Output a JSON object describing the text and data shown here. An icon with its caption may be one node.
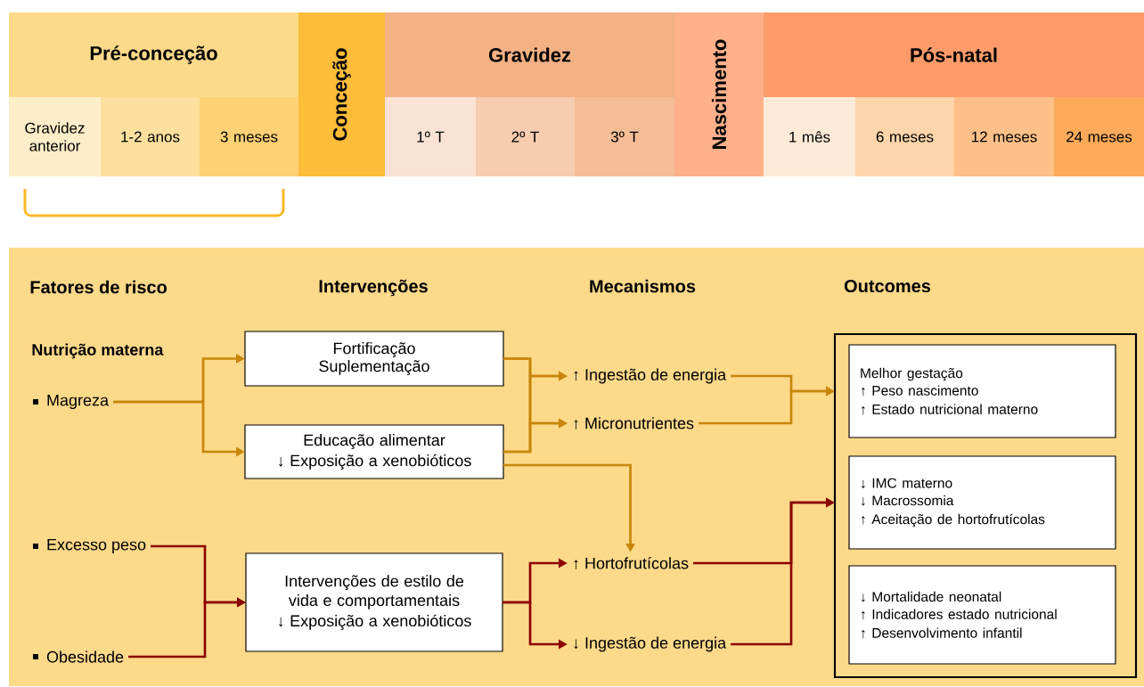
{
  "diagram": {
    "nodes": [
      {
        "text": [
          "Pré-conceção"
        ]
      },
      {
        "text": [
          "Gravidez anterior"
        ]
      },
      {
        "text": [
          "1-2 anos"
        ]
      },
      {
        "text": [
          "3 meses"
        ]
      },
      {
        "text": [
          "Conceção"
        ]
      },
      {
        "text": [
          "Gravidez"
        ]
      },
      {
        "text": [
          "1º T"
        ]
      },
      {
        "text": [
          "2º T"
        ]
      },
      {
        "text": [
          "3º T"
        ]
      },
      {
        "text": [
          "Nascimento"
        ]
      },
      {
        "text": [
          "Pós-natal"
        ]
      },
      {
        "text": [
          "1 mês"
        ]
      },
      {
        "text": [
          "6 meses"
        ]
      },
      {
        "text": [
          "12 meses"
        ]
      },
      {
        "text": [
          "24 meses"
        ]
      },
      {
        "text": [
          "Magreza"
        ]
      },
      {
        "text": [
          "Fortificação Suplementação"
        ]
      },
      {
        "text": [
          "Educação alimentar",
          "↓ Exposição a xenobióticos"
        ]
      },
      {
        "text": [
          "↑ Ingestão de energia"
        ]
      },
      {
        "text": [
          "↑ Micronutrientes"
        ]
      },
      {
        "text": [],
        "shape": "box"
      },
      {
        "text": [
          "Melhor gestação",
          "↑ Peso nascimento",
          "↑ Estado nutricional materno"
        ],
        "in": 20
      },
      {
        "text": [
          "↓ IMC materno",
          "↓ Macrossomia",
          "↑ Aceitação de hortofrutícolas"
        ],
        "in": 20
      },
      {
        "text": [
          "↓ Mortalidade neonatal",
          "↑ Indicadores estado nutricional",
          "↑ Desenvolvimento infantil"
        ],
        "in": 20
      },
      {
        "text": [
          "Excesso peso"
        ]
      },
      {
        "text": [
          "Obesidade"
        ]
      },
      {
        "text": [
          "Intervenções de estilo de vida e comportamentais",
          "↓ Exposição a xenobióticos"
        ]
      },
      {
        "text": [
          "↑ Hortofrutícolas"
        ]
      },
      {
        "text": [
          "↓ Ingestão de energia"
        ]
      }
    ],
    "edges": [
      {
        "from": 15,
        "to": 16,
        "arrow": "to"
      },
      {
        "from": 15,
        "to": 17,
        "arrow": "to"
      },
      {
        "from": 16,
        "to": 18,
        "arrow": "to"
      },
      {
        "from": 16,
        "to": 19,
        "arrow": "to"
      },
      {
        "from": 17,
        "to": 18,
        "arrow": "to"
      },
      {
        "from": 17,
        "to": 19,
        "arrow": "to"
      },
      {
        "from": 18,
        "to": 20,
        "arrow": "to"
      },
      {
        "from": 19,
        "to": 20,
        "arrow": "to"
      },
      {
        "from": 17,
        "to": 27,
        "arrow": "to"
      },
      {
        "from": 24,
        "to": 26,
        "arrow": "to",
        "color": "#8b0000"
      },
      {
        "from": 25,
        "to": 26,
        "arrow": "to",
        "color": "#8b0000"
      },
      {
        "from": 26,
        "to": 27,
        "arrow": "to",
        "color": "#8b0000"
      },
      {
        "from": 26,
        "to": 28,
        "arrow": "to",
        "color": "#8b0000"
      },
      {
        "from": 27,
        "to": 20,
        "arrow": "to",
        "color": "#8b0000"
      },
      {
        "from": 28,
        "to": 20,
        "arrow": "to",
        "color": "#8b0000"
      }
    ],
    "labels": [
      "Fatores de risco",
      "Intervenções",
      "Mecanismos",
      "Outcomes",
      "Nutrição materna"
    ]
  }
}
